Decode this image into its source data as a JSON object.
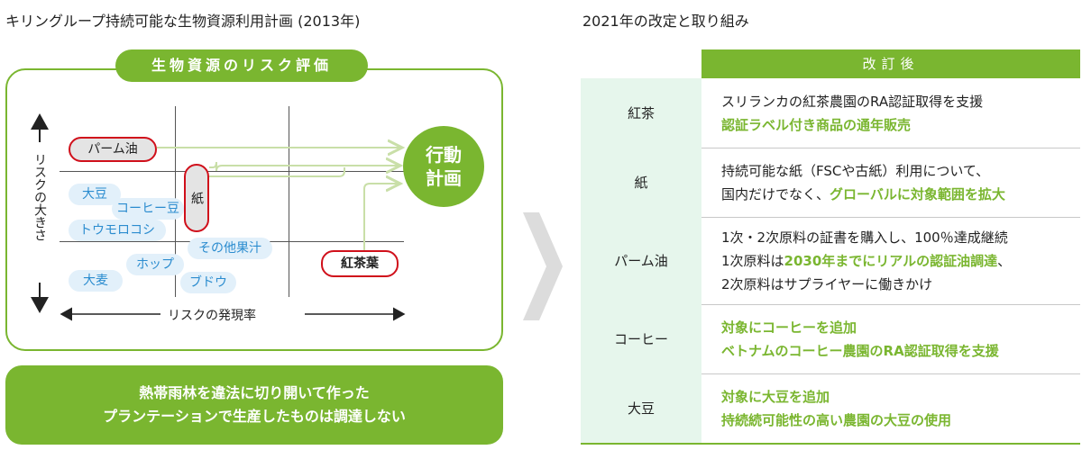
{
  "left_heading": "キリングループ持続可能な生物資源利用計画 (2013年)",
  "right_heading": "2021年の改定と取り組み",
  "assessment": {
    "title": "生物資源のリスク評価",
    "y_axis_label": "リスクの大きさ",
    "x_axis_label": "リスクの発現率",
    "high_risk_items": [
      "パーム油",
      "紙",
      "紅茶葉"
    ],
    "low_risk_items": [
      "大豆",
      "コーヒー豆",
      "トウモロコシ",
      "ホップ",
      "その他果汁",
      "大麦",
      "ブドウ"
    ],
    "action_plan": [
      "行動",
      "計画"
    ]
  },
  "policy": [
    "熱帯雨林を違法に切り開いて作った",
    "プランテーションで生産したものは調達しない"
  ],
  "table": {
    "header": "改訂後",
    "rows": [
      {
        "category": "紅茶",
        "lines": [
          [
            {
              "t": "スリランカの紅茶農園のRA認証取得を支援",
              "g": false
            }
          ],
          [
            {
              "t": "認証ラベル付き商品の通年販売",
              "g": true
            }
          ]
        ]
      },
      {
        "category": "紙",
        "lines": [
          [
            {
              "t": "持続可能な紙（FSCや古紙）利用について、",
              "g": false
            }
          ],
          [
            {
              "t": "国内だけでなく、",
              "g": false
            },
            {
              "t": "グローバルに対象範囲を拡大",
              "g": true
            }
          ]
        ]
      },
      {
        "category": "パーム油",
        "lines": [
          [
            {
              "t": "1次・2次原料の証書を購入し、100％達成継続",
              "g": false
            }
          ],
          [
            {
              "t": "1次原料は",
              "g": false
            },
            {
              "t": "2030年までにリアルの認証油調達",
              "g": true
            },
            {
              "t": "、",
              "g": false
            }
          ],
          [
            {
              "t": "2次原料はサプライヤーに働きかけ",
              "g": false
            }
          ]
        ]
      },
      {
        "category": "コーヒー",
        "lines": [
          [
            {
              "t": "対象にコーヒーを追加",
              "g": true
            }
          ],
          [
            {
              "t": "ベトナムのコーヒー農園のRA認証取得を支援",
              "g": true
            }
          ]
        ]
      },
      {
        "category": "大豆",
        "lines": [
          [
            {
              "t": "対象に大豆を追加",
              "g": true
            }
          ],
          [
            {
              "t": "持続続可能性の高い農園の大豆の使用",
              "g": true
            }
          ]
        ]
      }
    ]
  },
  "colors": {
    "accent_green": "#7ab630",
    "risk_red": "#d0101b",
    "low_risk_blue": "#2b8ccf",
    "row_tint": "#e6f6ec"
  }
}
